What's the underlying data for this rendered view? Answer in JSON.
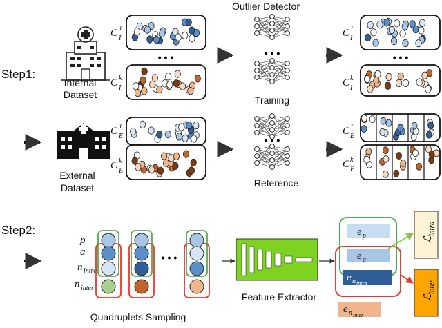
{
  "labels": {
    "outlier_detector": "Outlier Detector",
    "step1": "Step1:",
    "step2": "Step2:",
    "internal_dataset_line1": "Internal",
    "internal_dataset_line2": "Dataset",
    "external_dataset_line1": "External",
    "external_dataset_line2": "Dataset",
    "training": "Training",
    "reference": "Reference",
    "feature_extractor": "Feature Extractor",
    "quadruplets_sampling": "Quadruplets Sampling",
    "ellipsis": "• • •"
  },
  "math": {
    "c": "C",
    "c_prime": "C′",
    "sub_I": "I",
    "sub_E": "E",
    "sup_1": "1",
    "sup_k": "k",
    "p": "p",
    "a": "a",
    "n": "n",
    "intra": "intra",
    "inter": "inter",
    "e": "e",
    "L": "ℒ"
  },
  "colors": {
    "blue_dark": "#2f5f96",
    "blue_mid": "#5b8fc9",
    "blue_light": "#a8c6e6",
    "blue_pale": "#d6e5f4",
    "brown_dark": "#7a3b12",
    "brown_mid": "#c0652a",
    "orange_light": "#f1b58c",
    "orange_pale": "#f8d9c2",
    "green_box": "#4caf50",
    "red_box": "#e23b2e",
    "extractor": "#7ed321",
    "intra_bg": "#fff3d6",
    "inter_bg": "#ffa500",
    "arrow_green": "#8bc34a"
  },
  "icons": [
    "hospital-icon",
    "external-hospital-icon",
    "neural-network-icon"
  ]
}
